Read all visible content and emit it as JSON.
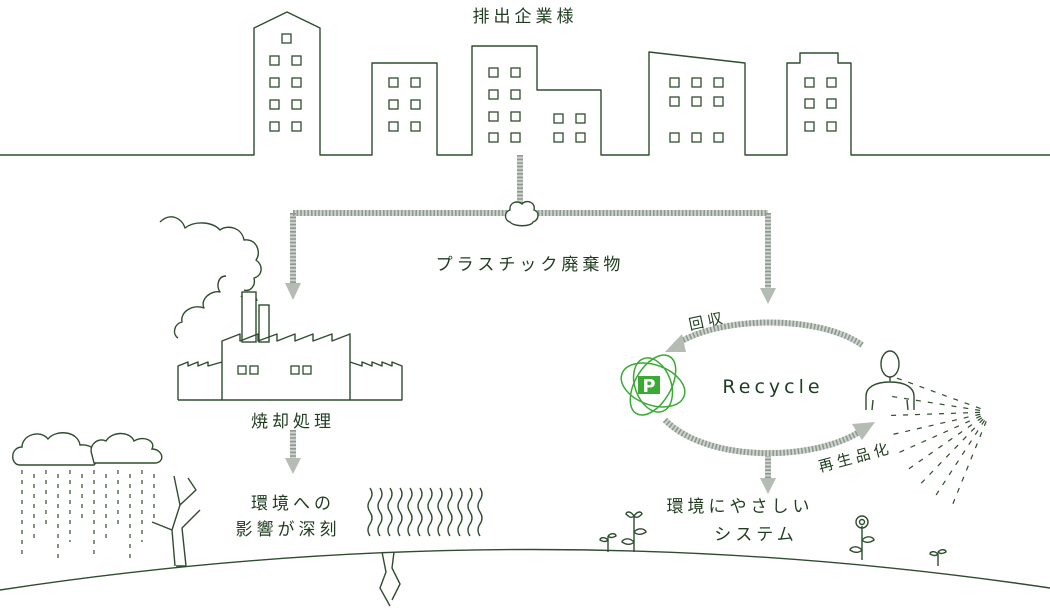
{
  "title": "排出企業様",
  "waste_label": "プラスチック廃棄物",
  "incineration_label": "焼却処理",
  "impact_label": [
    "環境への",
    "影響が深刻"
  ],
  "recycle_label": "Recycle",
  "collection_label": "回収",
  "regeneration_label": "再生品化",
  "eco_label": [
    "環境にやさしい",
    "システム"
  ],
  "logo_letter": "P",
  "colors": {
    "line": "#2e4d2e",
    "text": "#1f3d1f",
    "logo": "#3aaa35",
    "arrow": "#8e998e"
  }
}
